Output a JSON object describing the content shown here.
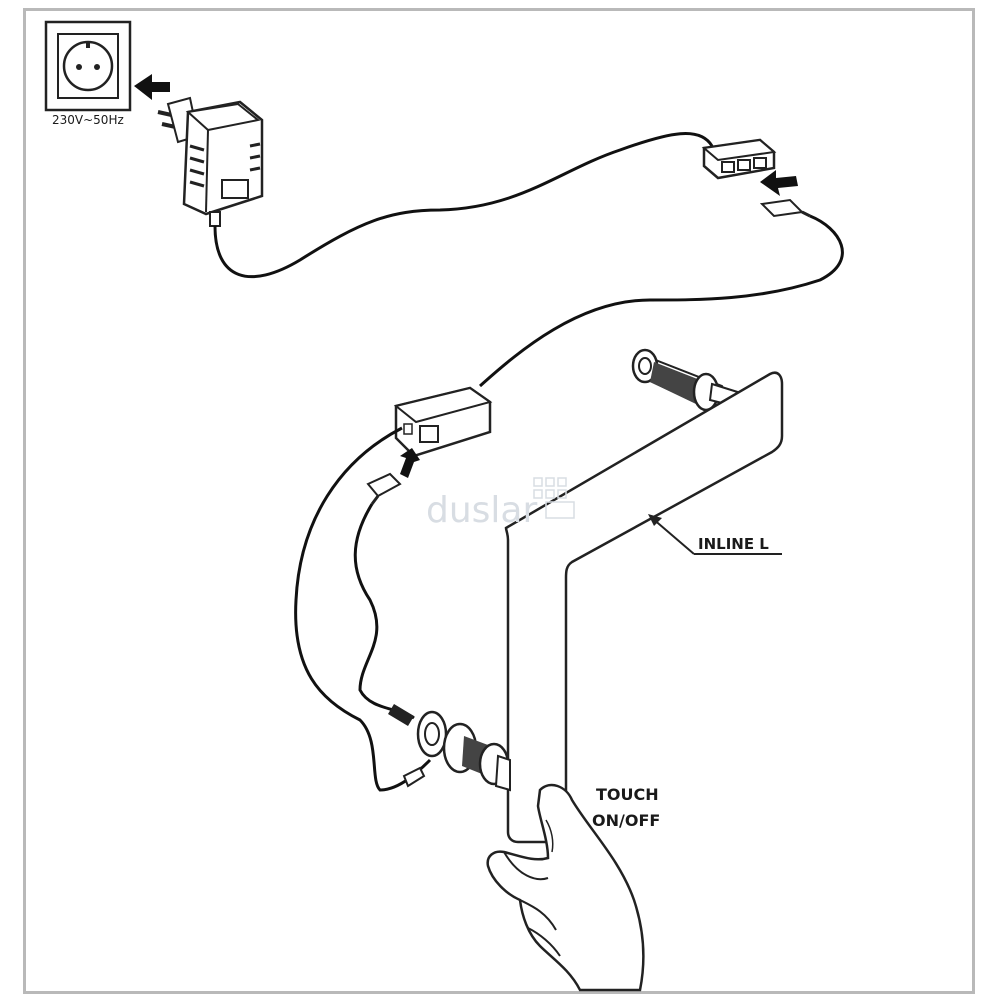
{
  "labels": {
    "voltage": "230V~50Hz",
    "product": "INLINE L",
    "touch_line1": "TOUCH",
    "touch_line2": "ON/OFF"
  },
  "watermark": "duslar",
  "colors": {
    "line": "#111111",
    "frame": "#b9b9b9",
    "watermark": "#d8dde3"
  },
  "icons": [
    "power-outlet-icon",
    "plug-adapter-icon",
    "splitter-hub-icon",
    "connector-icon",
    "arrow-icon",
    "towel-rail-icon",
    "hand-icon"
  ]
}
